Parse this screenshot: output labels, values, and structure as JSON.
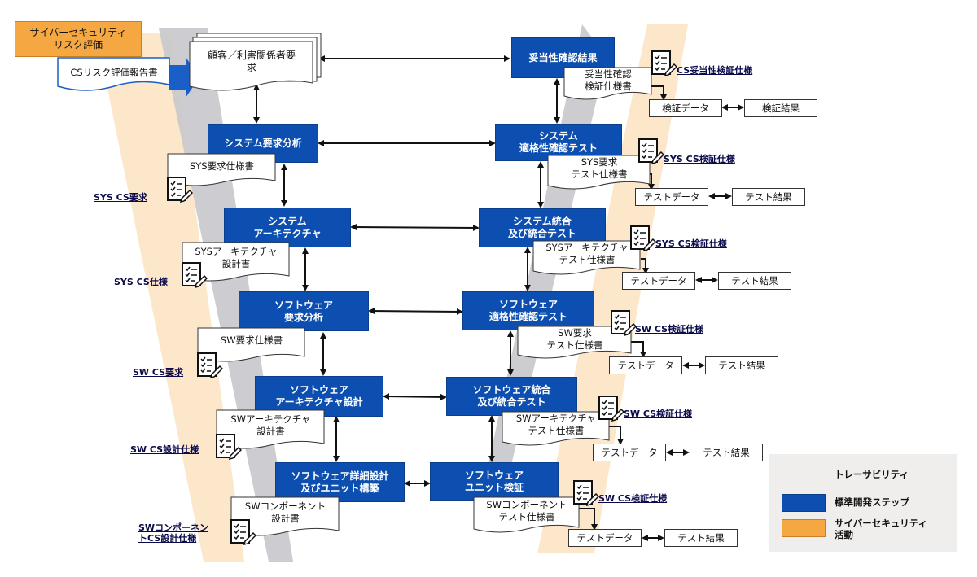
{
  "cs_risk": {
    "title": "サイバーセキュリティ\nリスク評価",
    "report": "CSリスク評価報告書"
  },
  "left_boxes": [
    {
      "key": "customer",
      "label": "顧客／利害関係者要\n求"
    },
    {
      "key": "sys_req",
      "label": "システム要求分析"
    },
    {
      "key": "sys_arch",
      "label": "システム\nアーキテクチャ"
    },
    {
      "key": "sw_req",
      "label": "ソフトウェア\n要求分析"
    },
    {
      "key": "sw_arch",
      "label": "ソフトウェア\nアーキテクチャ設計"
    },
    {
      "key": "sw_detail",
      "label": "ソフトウェア詳細設計\n及びユニット構築"
    }
  ],
  "right_boxes": [
    {
      "key": "validation",
      "label": "妥当性確認結果"
    },
    {
      "key": "sys_qual",
      "label": "システム\n適格性確認テスト"
    },
    {
      "key": "sys_integ",
      "label": "システム統合\n及び統合テスト"
    },
    {
      "key": "sw_qual",
      "label": "ソフトウェア\n適格性確認テスト"
    },
    {
      "key": "sw_integ",
      "label": "ソフトウェア統合\n及び統合テスト"
    },
    {
      "key": "sw_unit",
      "label": "ソフトウェア\nユニット検証"
    }
  ],
  "left_docs": [
    "SYS要求仕様書",
    "SYSアーキテクチャ\n設計書",
    "SW要求仕様書",
    "SWアーキテクチャ\n設計書",
    "SWコンポーネント\n設計書"
  ],
  "left_labels": [
    "SYS CS要求",
    "SYS CS仕様",
    "SW CS要求",
    "SW CS設計仕様",
    "SWコンポーネン\nトCS設計仕様"
  ],
  "right_docs": [
    "妥当性確認\n検証仕様書",
    "SYS要求\nテスト仕様書",
    "SYSアーキテクチャ\nテスト仕様書",
    "SW要求\nテスト仕様書",
    "SWアーキテクチャ\nテスト仕様書",
    "SWコンポーネント\nテスト仕様書"
  ],
  "right_labels": [
    "CS妥当性検証仕様",
    "SYS CS検証仕様",
    "SYS CS検証仕様",
    "SW CS検証仕様",
    "SW CS検証仕様",
    "SW CS検証仕様"
  ],
  "results": [
    {
      "data": "検証データ",
      "result": "検証結果"
    },
    {
      "data": "テストデータ",
      "result": "テスト結果"
    },
    {
      "data": "テストデータ",
      "result": "テスト結果"
    },
    {
      "data": "テストデータ",
      "result": "テスト結果"
    },
    {
      "data": "テストデータ",
      "result": "テスト結果"
    },
    {
      "data": "テストデータ",
      "result": "テスト結果"
    }
  ],
  "legend": {
    "traceability": "トレーサビリティ",
    "standard": "標準開発ステップ",
    "cyber": "サイバーセキュリティ\n活動",
    "colors": {
      "blue": "#0d4fb0",
      "orange": "#f5a742",
      "gray_band": "#c8c8cc",
      "orange_band": "#fde3c2"
    }
  }
}
